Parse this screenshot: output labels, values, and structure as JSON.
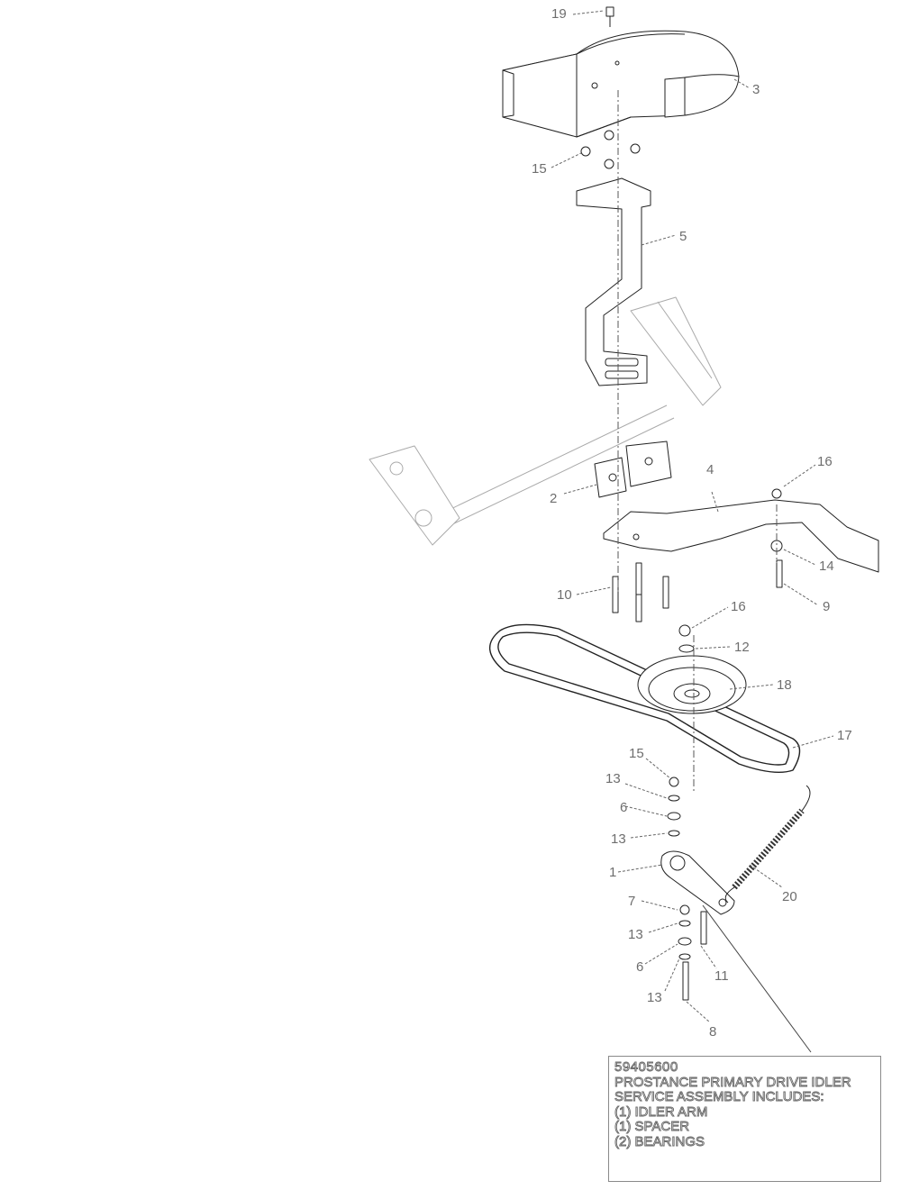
{
  "callouts": [
    {
      "id": "c-19",
      "text": "19"
    },
    {
      "id": "c-3",
      "text": "3"
    },
    {
      "id": "c-15a",
      "text": "15"
    },
    {
      "id": "c-5",
      "text": "5"
    },
    {
      "id": "c-16a",
      "text": "16"
    },
    {
      "id": "c-4",
      "text": "4"
    },
    {
      "id": "c-2",
      "text": "2"
    },
    {
      "id": "c-14",
      "text": "14"
    },
    {
      "id": "c-10",
      "text": "10"
    },
    {
      "id": "c-9",
      "text": "9"
    },
    {
      "id": "c-16b",
      "text": "16"
    },
    {
      "id": "c-12",
      "text": "12"
    },
    {
      "id": "c-18",
      "text": "18"
    },
    {
      "id": "c-17",
      "text": "17"
    },
    {
      "id": "c-15b",
      "text": "15"
    },
    {
      "id": "c-13a",
      "text": "13"
    },
    {
      "id": "c-6a",
      "text": "6"
    },
    {
      "id": "c-13b",
      "text": "13"
    },
    {
      "id": "c-1",
      "text": "1"
    },
    {
      "id": "c-20",
      "text": "20"
    },
    {
      "id": "c-7",
      "text": "7"
    },
    {
      "id": "c-13c",
      "text": "13"
    },
    {
      "id": "c-6b",
      "text": "6"
    },
    {
      "id": "c-11",
      "text": "11"
    },
    {
      "id": "c-13d",
      "text": "13"
    },
    {
      "id": "c-8",
      "text": "8"
    }
  ],
  "note": {
    "part_number": "59405600",
    "lines": [
      "PROSTANCE PRIMARY DRIVE IDLER",
      "SERVICE ASSEMBLY INCLUDES:",
      "(1) IDLER ARM",
      "(1) SPACER",
      "(2) BEARINGS"
    ]
  }
}
